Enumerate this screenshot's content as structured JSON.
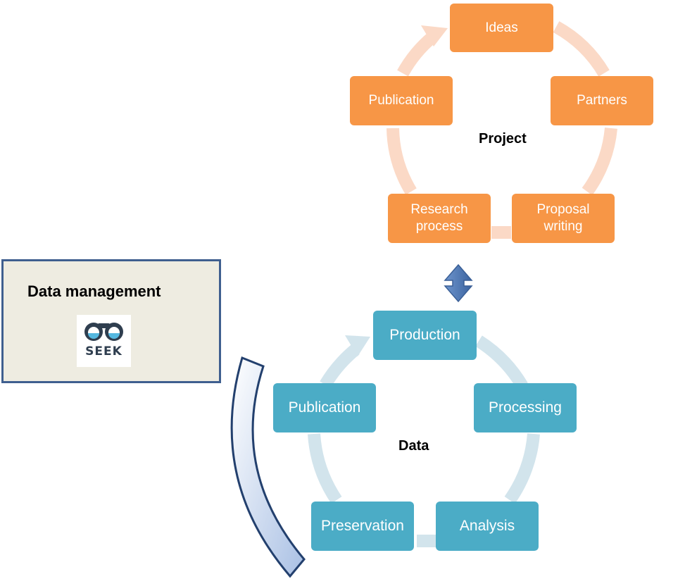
{
  "project_cycle": {
    "center_label": "Project",
    "nodes": {
      "ideas": "Ideas",
      "partners": "Partners",
      "proposal_writing": "Proposal writing",
      "research_process": "Research process",
      "publication": "Publication"
    },
    "node_color": "#f79646",
    "ring_color": "#fbd9c6"
  },
  "data_cycle": {
    "center_label": "Data",
    "nodes": {
      "production": "Production",
      "processing": "Processing",
      "analysis": "Analysis",
      "preservation": "Preservation",
      "publication": "Publication"
    },
    "node_color": "#4bacc6",
    "ring_color": "#d2e4ec"
  },
  "data_management": {
    "title": "Data management",
    "logo_text": "SEEK",
    "background": "#eeece1",
    "border_color": "#3f5f8f"
  },
  "connector": {
    "icon": "double-arrow-vertical-icon",
    "color": "#4f81bd"
  },
  "curved_arrow": {
    "icon": "curved-band-arrow-icon"
  }
}
